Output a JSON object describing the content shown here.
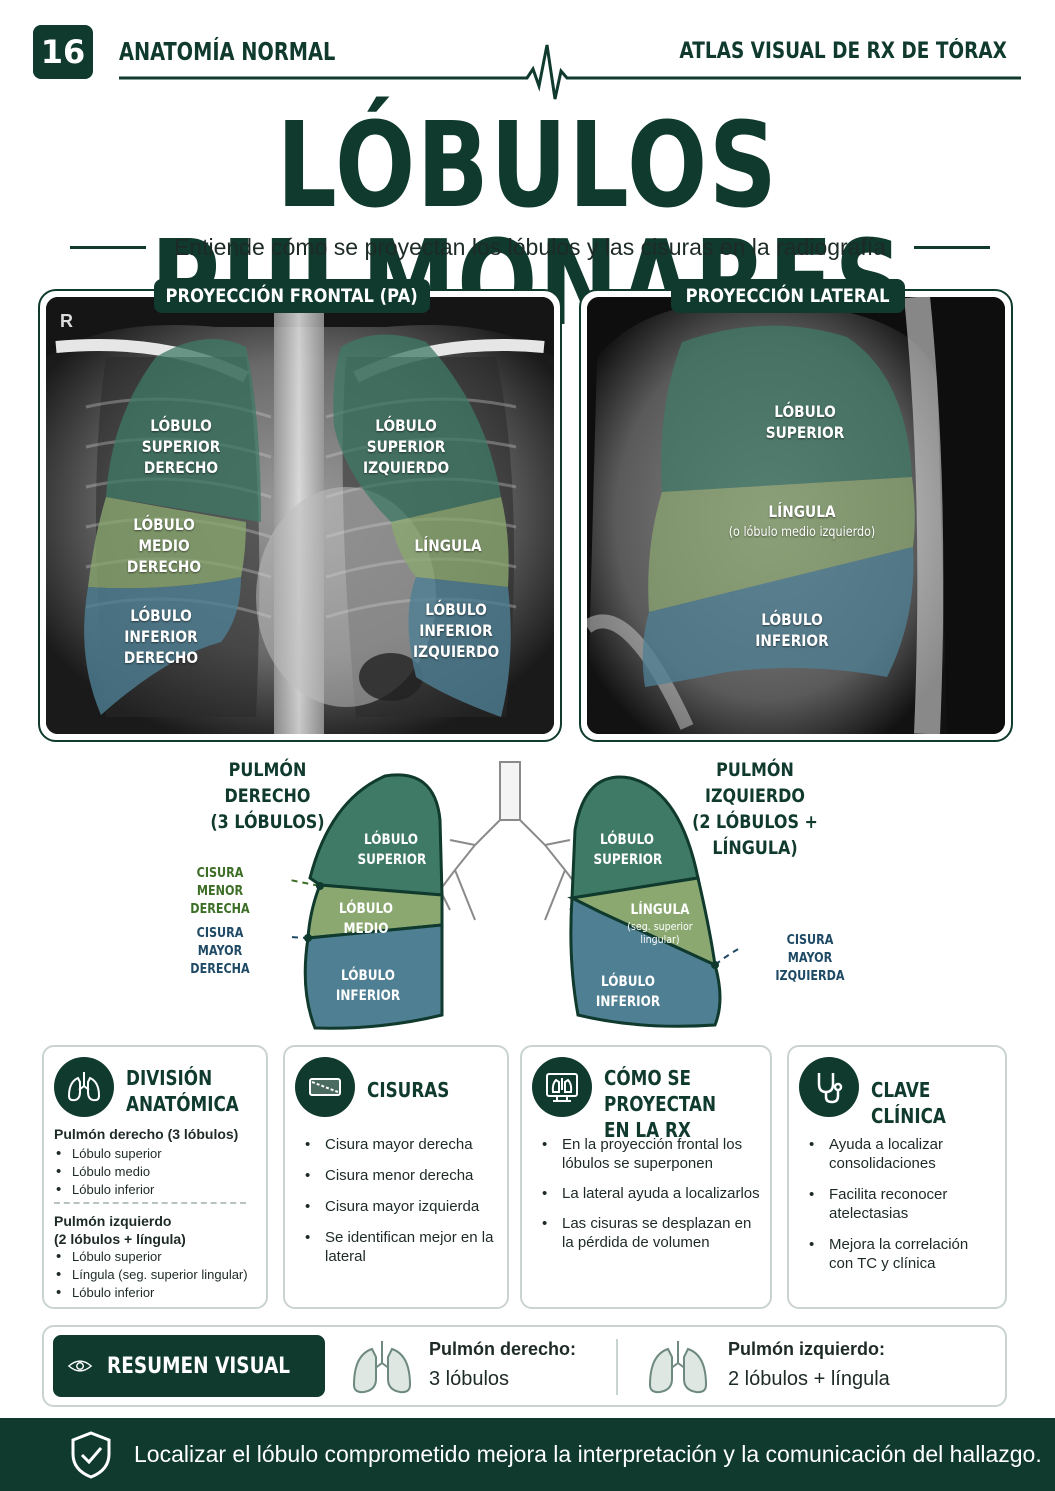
{
  "header": {
    "number": "16",
    "section": "ANATOMÍA NORMAL",
    "atlas": "ATLAS VISUAL DE RX DE TÓRAX"
  },
  "title": "LÓBULOS PULMONARES",
  "subtitle": "Entiende cómo se proyectan los lóbulos y las cisuras en la radiografía",
  "frontal": {
    "tag": "PROYECCIÓN FRONTAL (PA)",
    "marker": "R",
    "lobes": {
      "rsup": "LÓBULO\nSUPERIOR\nDERECHO",
      "rmed": "LÓBULO\nMEDIO\nDERECHO",
      "rinf": "LÓBULO\nINFERIOR\nDERECHO",
      "lsup": "LÓBULO\nSUPERIOR\nIZQUIERDO",
      "ling": "LÍNGULA",
      "linf": "LÓBULO\nINFERIOR\nIZQUIERDO"
    }
  },
  "lateral": {
    "tag": "PROYECCIÓN LATERAL",
    "sup": "LÓBULO\nSUPERIOR",
    "ling": "LÍNGULA",
    "ling_note": "(o lóbulo medio izquierdo)",
    "inf": "LÓBULO\nINFERIOR"
  },
  "schematic": {
    "right_title": "PULMÓN DERECHO\n(3 LÓBULOS)",
    "left_title": "PULMÓN IZQUIERDO\n(2 LÓBULOS + LÍNGULA)",
    "r_sup": "LÓBULO\nSUPERIOR",
    "r_med": "LÓBULO\nMEDIO",
    "r_inf": "LÓBULO\nINFERIOR",
    "l_sup": "LÓBULO\nSUPERIOR",
    "l_ling": "LÍNGULA",
    "l_ling_note": "(seg. superior\nlingular)",
    "l_inf": "LÓBULO\nINFERIOR",
    "fiss_minor_r": "CISURA MENOR\nDERECHA",
    "fiss_major_r": "CISURA MAYOR\nDERECHA",
    "fiss_major_l": "CISURA MAYOR\nIZQUIERDA"
  },
  "cards": {
    "division": {
      "title": "DIVISIÓN\nANATÓMICA",
      "right_h": "Pulmón derecho (3 lóbulos)",
      "right_items": [
        "Lóbulo superior",
        "Lóbulo medio",
        "Lóbulo inferior"
      ],
      "left_h": "Pulmón izquierdo\n(2 lóbulos + língula)",
      "left_items": [
        "Lóbulo superior",
        "Língula (seg. superior lingular)",
        "Lóbulo inferior"
      ]
    },
    "cisuras": {
      "title": "CISURAS",
      "items": [
        "Cisura mayor derecha",
        "Cisura menor derecha",
        "Cisura mayor izquierda",
        "Se identifican mejor en la lateral"
      ]
    },
    "proyectan": {
      "title": "CÓMO SE PROYECTAN\nEN LA RX",
      "items": [
        "En la proyección frontal los lóbulos se superponen",
        "La lateral ayuda a localizarlos",
        "Las cisuras se desplazan en la pérdida de volumen"
      ]
    },
    "clave": {
      "title": "CLAVE CLÍNICA",
      "items": [
        "Ayuda a localizar consolidaciones",
        "Facilita reconocer atelectasias",
        "Mejora la correlación con TC y clínica"
      ]
    }
  },
  "summary": {
    "button": "RESUMEN VISUAL",
    "right_label": "Pulmón derecho:",
    "right_value": "3 lóbulos",
    "left_label": "Pulmón izquierdo:",
    "left_value": "2 lóbulos + língula"
  },
  "footer": "Localizar el lóbulo comprometido mejora la interpretación y la comunicación del hallazgo.",
  "colors": {
    "primary": "#0f3a2d",
    "superior": "#3f7a66",
    "medio": "#8aa870",
    "inferior": "#4f7f93"
  }
}
